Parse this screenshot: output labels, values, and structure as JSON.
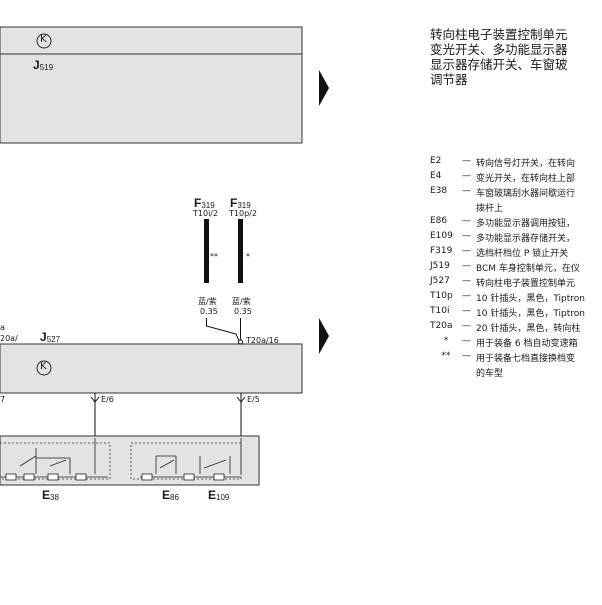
{
  "title": {
    "line1": "转向柱电子装置控制单元",
    "line2": "变光开关、多功能显示器",
    "line3": "显示器存储开关、车窗玻",
    "line4": "调节器"
  },
  "components": {
    "j519": {
      "letter": "J",
      "sub": "519"
    },
    "j527": {
      "letter": "J",
      "sub": "527"
    },
    "f319a": {
      "letter": "F",
      "sub": "319"
    },
    "f319b": {
      "letter": "F",
      "sub": "319"
    },
    "e38": {
      "letter": "E",
      "sub": "38"
    },
    "e86": {
      "letter": "E",
      "sub": "86"
    },
    "e109": {
      "letter": "E",
      "sub": "109"
    }
  },
  "connectors": {
    "t10i": "T10i/2",
    "t10p": "T10p/2",
    "t20a16": "T20a/16",
    "t20a_left": "20a/",
    "a_left": "a",
    "e6": "E/6",
    "e5": "E/5",
    "left7": "7"
  },
  "wires": {
    "w1_color": "蓝/紫",
    "w1_size": "0.35",
    "w1_mark": "**",
    "w2_color": "蓝/紫",
    "w2_size": "0.35",
    "w2_mark": "*"
  },
  "legend": [
    {
      "code": "E2",
      "text": "转向信号灯开关，在转向"
    },
    {
      "code": "E4",
      "text": "变光开关，在转向柱上部"
    },
    {
      "code": "E38",
      "text": "车窗玻璃刮水器间歇运行"
    },
    {
      "code": "",
      "text": "拨杆上"
    },
    {
      "code": "E86",
      "text": "多功能显示器调用按钮，"
    },
    {
      "code": "E109",
      "text": "多功能显示器存储开关，"
    },
    {
      "code": "F319",
      "text": "选档杆档位 P 锁止开关"
    },
    {
      "code": "J519",
      "text": "BCM 车身控制单元，在仪"
    },
    {
      "code": "J527",
      "text": "转向柱电子装置控制单元"
    },
    {
      "code": "T10p",
      "text": "10 针插头，黑色，Tiptron"
    },
    {
      "code": "T10i",
      "text": "10 针插头，黑色，Tiptron"
    },
    {
      "code": "T20a",
      "text": "20 针插头，黑色，转向柱"
    },
    {
      "code": "*",
      "text": "用于装备 6 档自动变速箱"
    },
    {
      "code": "**",
      "text": "用于装备七档直接换档变"
    },
    {
      "code": "",
      "text": "的车型"
    }
  ],
  "dash": "—",
  "k_symbol": "K"
}
